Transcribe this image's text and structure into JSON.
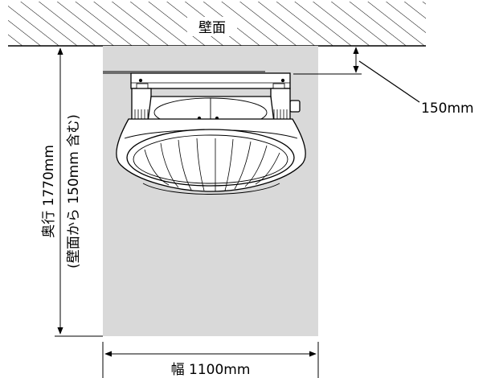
{
  "labels": {
    "wall": "壁面",
    "gap": "150mm",
    "depth_line1": "奥行 1770mm",
    "depth_line2": "(壁面から 150mm 含む)",
    "width": "幅 1100mm"
  },
  "colors": {
    "clearance_area": "#d9d9d9",
    "line": "#000000"
  }
}
